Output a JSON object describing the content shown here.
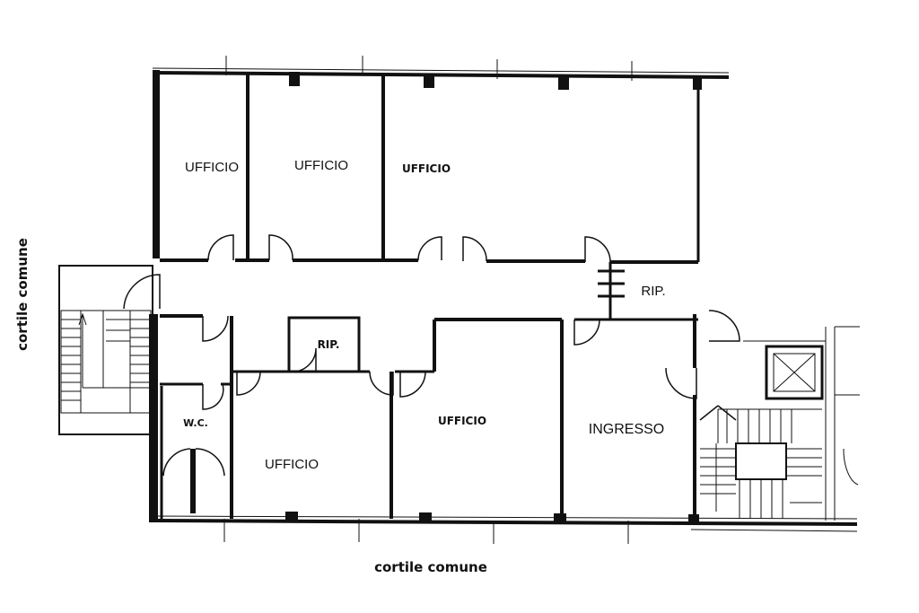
{
  "rooms": {
    "ufficio_1": "UFFICIO",
    "ufficio_2": "UFFICIO",
    "ufficio_3": "UFFICIO",
    "ufficio_4": "UFFICIO",
    "ufficio_5": "UFFICIO",
    "rip_1": "RIP.",
    "rip_2": "RIP.",
    "wc": "W.C.",
    "ingresso": "INGRESSO"
  },
  "exterior": {
    "courtyard_left": "cortile comune",
    "courtyard_bottom": "cortile comune"
  },
  "colors": {
    "ink": "#111111",
    "paper": "#ffffff"
  }
}
